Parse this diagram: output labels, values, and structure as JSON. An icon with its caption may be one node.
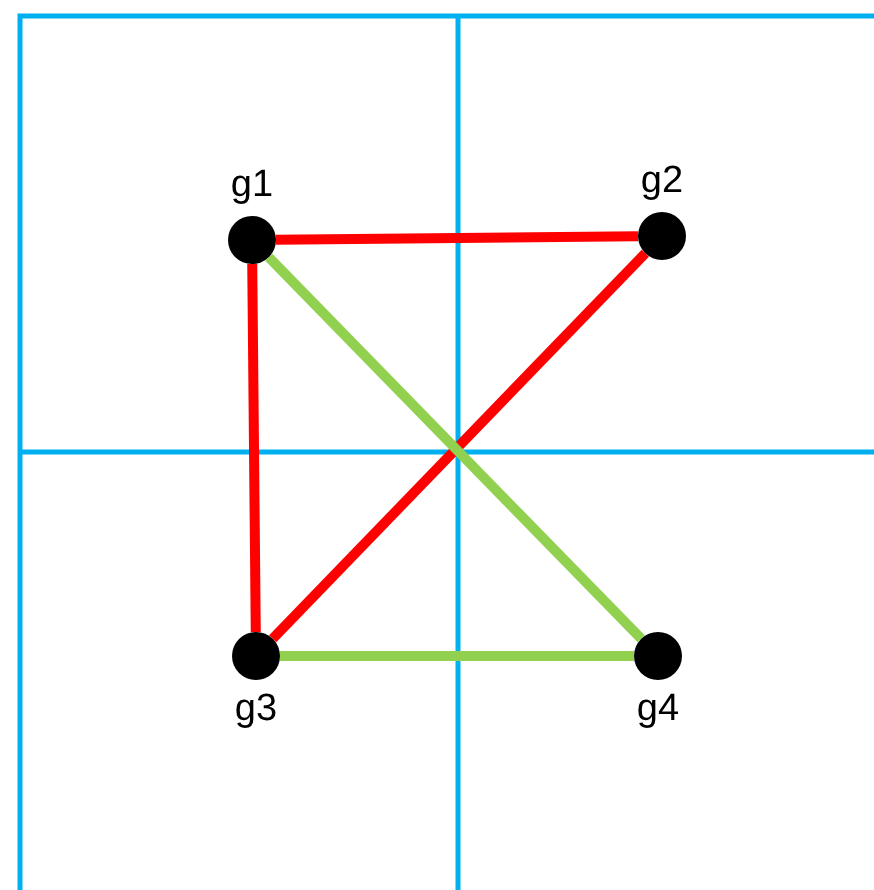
{
  "diagram": {
    "nodes": [
      {
        "text": [],
        "shape": "circle",
        "beside": [
          "g1"
        ]
      },
      {
        "text": [],
        "shape": "circle",
        "beside": [
          "g2"
        ]
      },
      {
        "text": [],
        "shape": "circle",
        "beside": [
          "g3"
        ]
      },
      {
        "text": [],
        "shape": "circle",
        "beside": [
          "g4"
        ]
      }
    ],
    "edges": [
      {
        "from": 0,
        "to": 1,
        "arrow": "none"
      },
      {
        "from": 0,
        "to": 2,
        "arrow": "none"
      },
      {
        "from": 1,
        "to": 2,
        "arrow": "none"
      },
      {
        "from": 0,
        "to": 3,
        "arrow": "none",
        "color": "#92d050"
      },
      {
        "from": 2,
        "to": 3,
        "arrow": "none",
        "color": "#92d050"
      }
    ]
  }
}
